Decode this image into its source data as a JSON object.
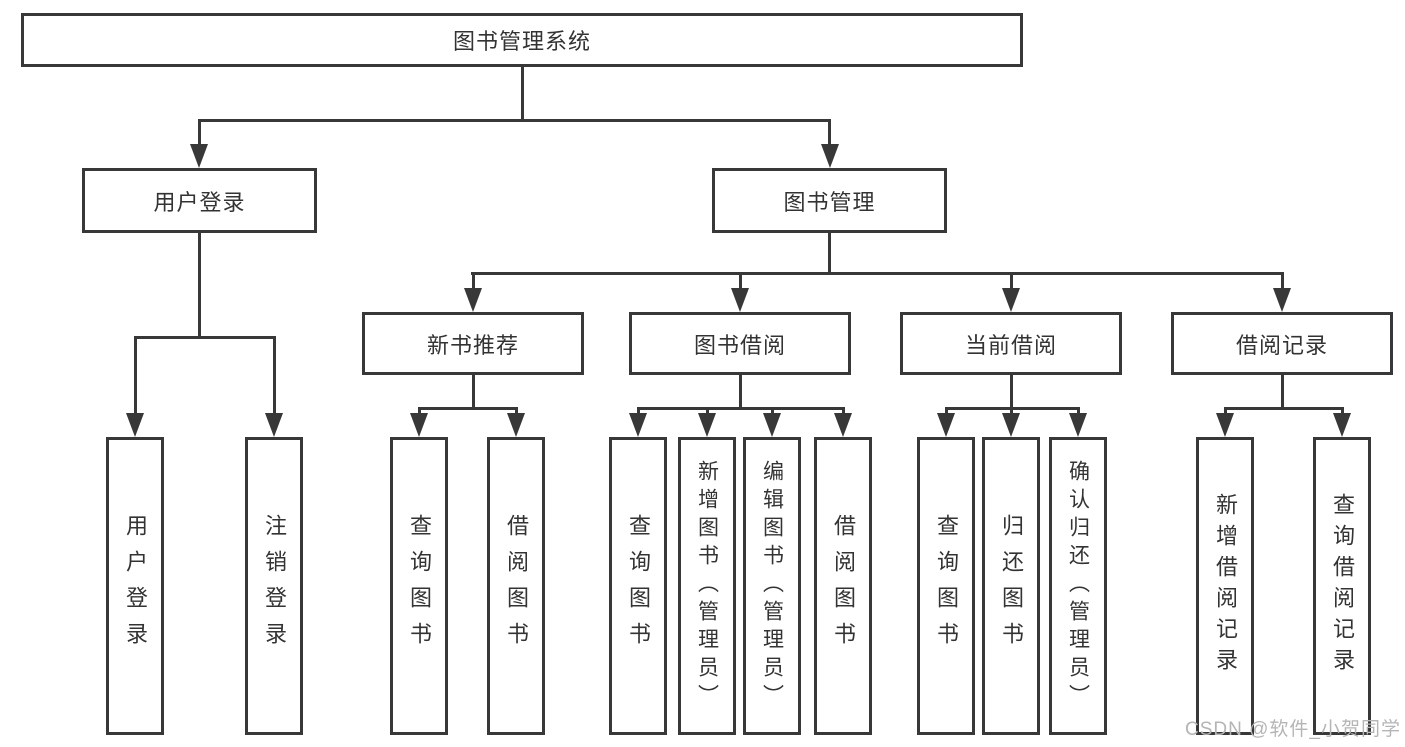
{
  "nodes": {
    "root": "图书管理系统",
    "user_login": "用户登录",
    "book_mgmt": "图书管理",
    "new_book": "新书推荐",
    "book_borrow": "图书借阅",
    "current_borrow": "当前借阅",
    "borrow_record": "借阅记录",
    "leaves": {
      "user_login": [
        "用户登录",
        "注销登录"
      ],
      "new_book": [
        "查询图书",
        "借阅图书"
      ],
      "book_borrow": [
        "查询图书",
        "新增图书（管理员）",
        "编辑图书（管理员）",
        "借阅图书"
      ],
      "current_borrow": [
        "查询图书",
        "归还图书",
        "确认归还（管理员）"
      ],
      "borrow_record": [
        "新增借阅记录",
        "查询借阅记录"
      ]
    }
  },
  "watermark": "CSDN @软件_小贺同学",
  "colors": {
    "line": "#383838",
    "text": "#333333",
    "watermark": "#b5b5b5",
    "background": "#ffffff"
  }
}
